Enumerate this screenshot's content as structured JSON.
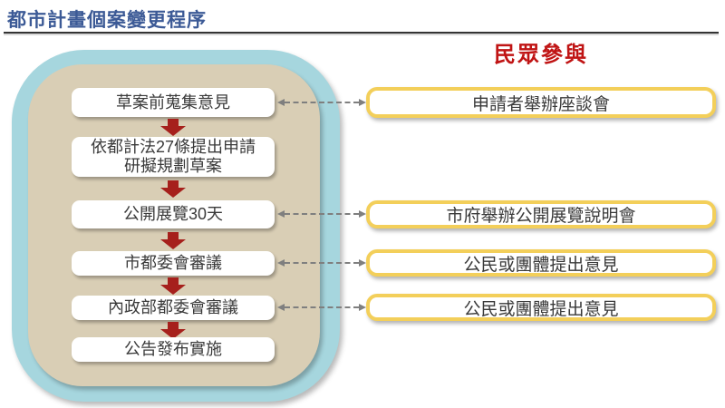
{
  "slide": {
    "title": "都市計畫個案變更程序",
    "participation_heading": "民眾參與"
  },
  "flow": {
    "steps": [
      {
        "label": "草案前蒐集意見"
      },
      {
        "label": "依都計法27條提出申請\n研擬規劃草案"
      },
      {
        "label": "公開展覽30天"
      },
      {
        "label": "市都委會審議"
      },
      {
        "label": "內政部都委會審議"
      },
      {
        "label": "公告發布實施"
      }
    ]
  },
  "participation": {
    "items": [
      {
        "label": "申請者舉辦座談會"
      },
      {
        "label": "市府舉辦公開展覽說明會"
      },
      {
        "label": "公民或團體提出意見"
      },
      {
        "label": "公民或團體提出意見"
      }
    ]
  },
  "colors": {
    "title_blue": "#3c5a96",
    "heading_red": "#c01414",
    "flow_arrow_red": "#a6201c",
    "outer_ring_teal": "#a6d6de",
    "inner_panel_tan": "#d9ceb5",
    "participation_border_yellow": "#f3cf5a",
    "connector_gray": "#7f7f7f"
  }
}
